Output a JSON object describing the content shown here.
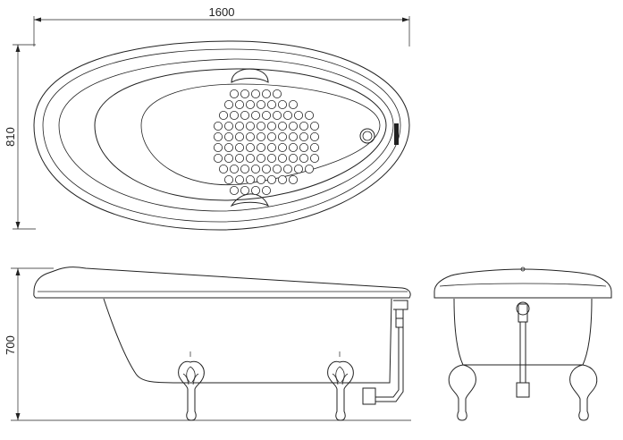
{
  "dimensions": {
    "length": "1600",
    "width": "810",
    "height": "700"
  },
  "colors": {
    "line": "#222222",
    "background": "#ffffff"
  },
  "anti_slip_pattern": {
    "rows": [
      5,
      7,
      9,
      10,
      10,
      10,
      10,
      9,
      7,
      4
    ]
  }
}
